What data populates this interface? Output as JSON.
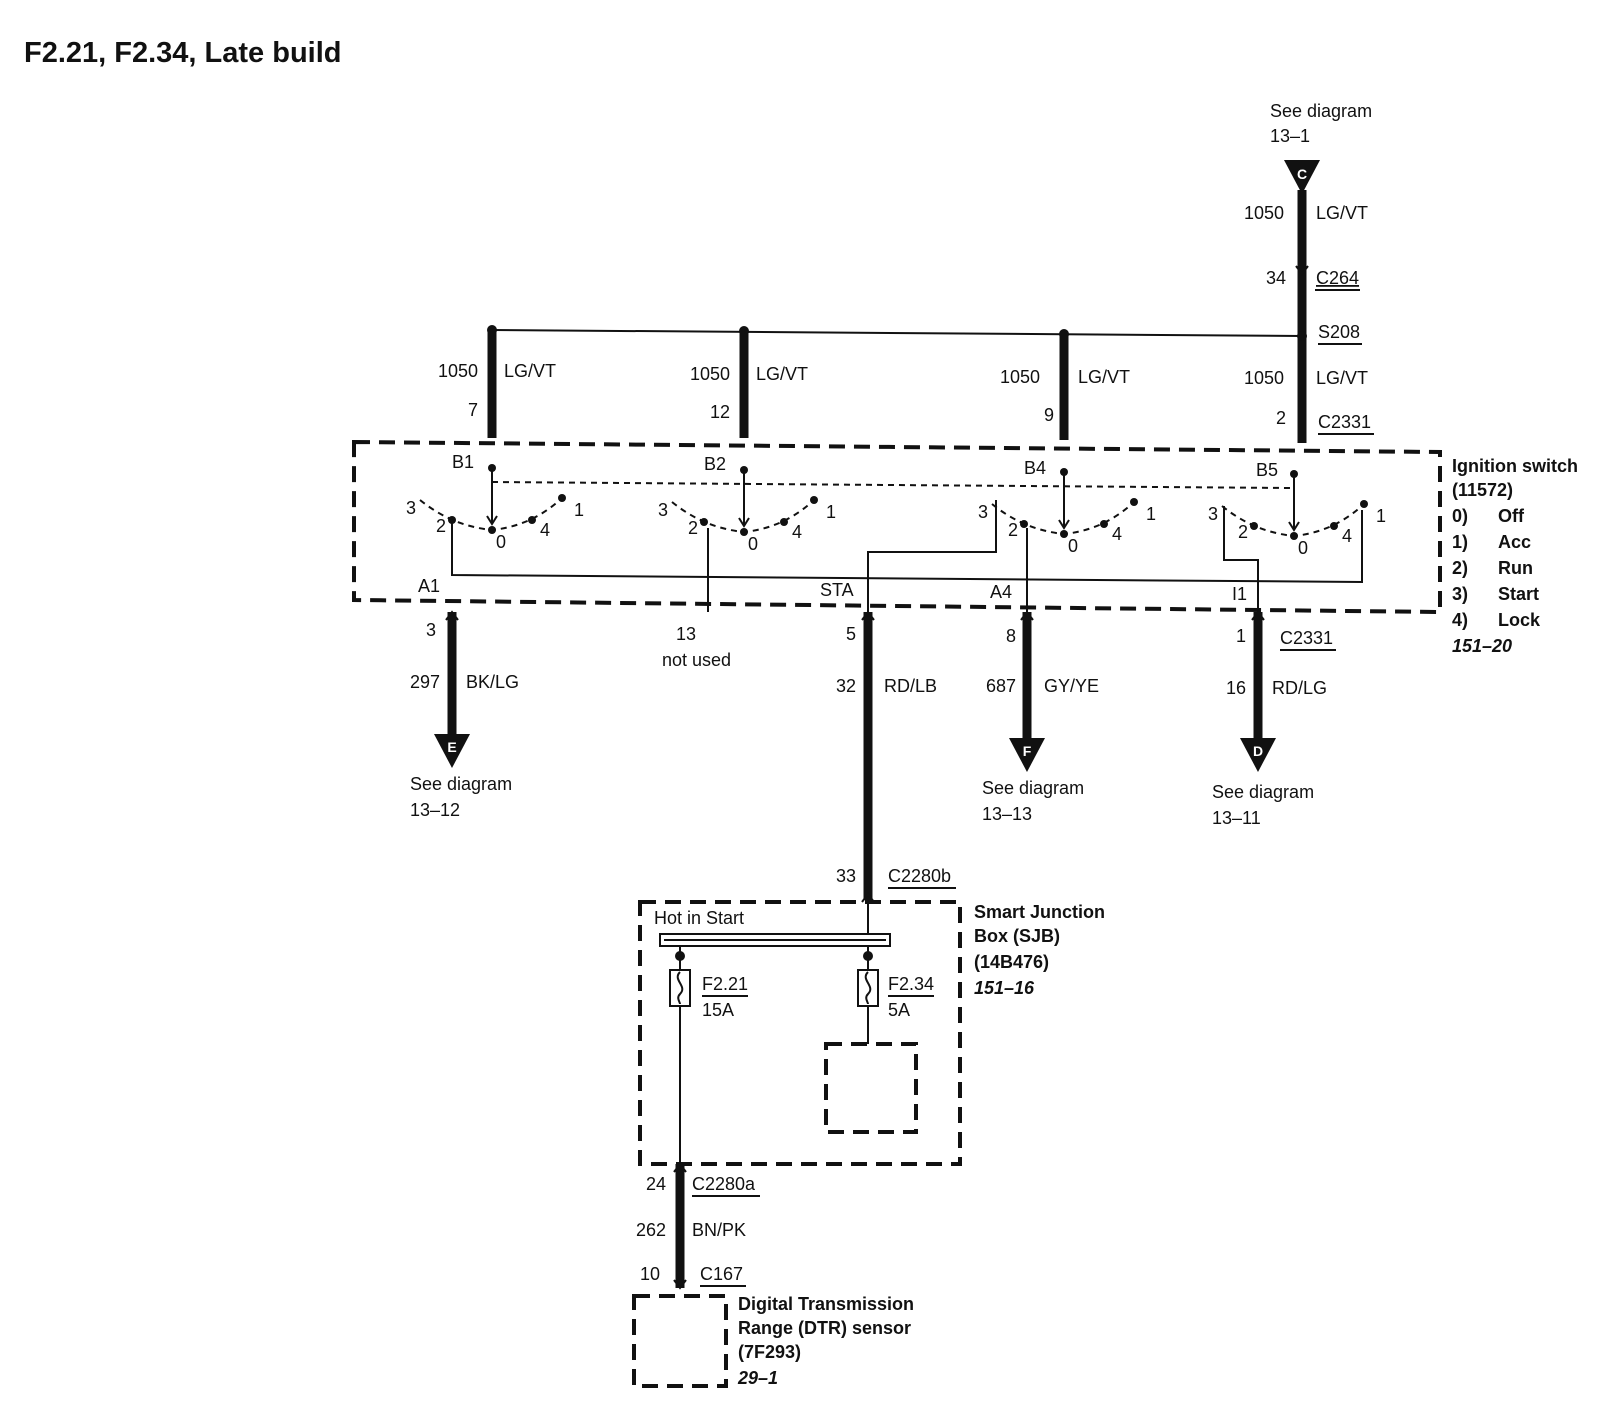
{
  "title": "F2.21, F2.34, Late build",
  "refs": {
    "top": {
      "line1": "See diagram",
      "line2": "13–1",
      "letter": "C"
    },
    "e": {
      "line1": "See diagram",
      "line2": "13–12",
      "letter": "E"
    },
    "f": {
      "line1": "See diagram",
      "line2": "13–13",
      "letter": "F"
    },
    "d": {
      "line1": "See diagram",
      "line2": "13–11",
      "letter": "D"
    }
  },
  "supply": {
    "circuit": "1050",
    "color": "LG/VT",
    "c264_pin": "34",
    "c264": "C264",
    "splice": "S208"
  },
  "top_wires": [
    {
      "circuit": "1050",
      "color": "LG/VT",
      "pin": "7",
      "terminal": "B1"
    },
    {
      "circuit": "1050",
      "color": "LG/VT",
      "pin": "12",
      "terminal": "B2"
    },
    {
      "circuit": "1050",
      "color": "LG/VT",
      "pin": "9",
      "terminal": "B4"
    },
    {
      "circuit": "1050",
      "color": "LG/VT",
      "pin": "2",
      "terminal": "B5",
      "connector": "C2331"
    }
  ],
  "switch_positions": [
    "3",
    "2",
    "0",
    "4",
    "1"
  ],
  "ignition_switch": {
    "name": "Ignition switch",
    "part": "(11572)",
    "positions": [
      {
        "num": "0)",
        "label": "Off"
      },
      {
        "num": "1)",
        "label": "Acc"
      },
      {
        "num": "2)",
        "label": "Run"
      },
      {
        "num": "3)",
        "label": "Start"
      },
      {
        "num": "4)",
        "label": "Lock"
      }
    ],
    "ref": "151–20"
  },
  "outputs": [
    {
      "terminal": "A1",
      "pin": "3",
      "circuit": "297",
      "color": "BK/LG"
    },
    {
      "pin": "13",
      "note": "not used"
    },
    {
      "terminal": "STA",
      "pin": "5",
      "circuit": "32",
      "color": "RD/LB"
    },
    {
      "terminal": "A4",
      "pin": "8",
      "circuit": "687",
      "color": "GY/YE"
    },
    {
      "terminal": "I1",
      "pin": "1",
      "circuit": "16",
      "color": "RD/LG",
      "connector": "C2331"
    }
  ],
  "sjb": {
    "pin": "33",
    "connector": "C2280b",
    "bus_label": "Hot in Start",
    "name_line1": "Smart Junction",
    "name_line2": "Box (SJB)",
    "part": "(14B476)",
    "ref": "151–16",
    "fuses": [
      {
        "name": "F2.21",
        "rating": "15A"
      },
      {
        "name": "F2.34",
        "rating": "5A"
      }
    ]
  },
  "dtr_wire": {
    "pin": "24",
    "connector": "C2280a",
    "circuit": "262",
    "color": "BN/PK",
    "end_pin": "10",
    "end_connector": "C167"
  },
  "dtr": {
    "line1": "Digital Transmission",
    "line2": "Range (DTR) sensor",
    "part": "(7F293)",
    "ref": "29–1"
  }
}
